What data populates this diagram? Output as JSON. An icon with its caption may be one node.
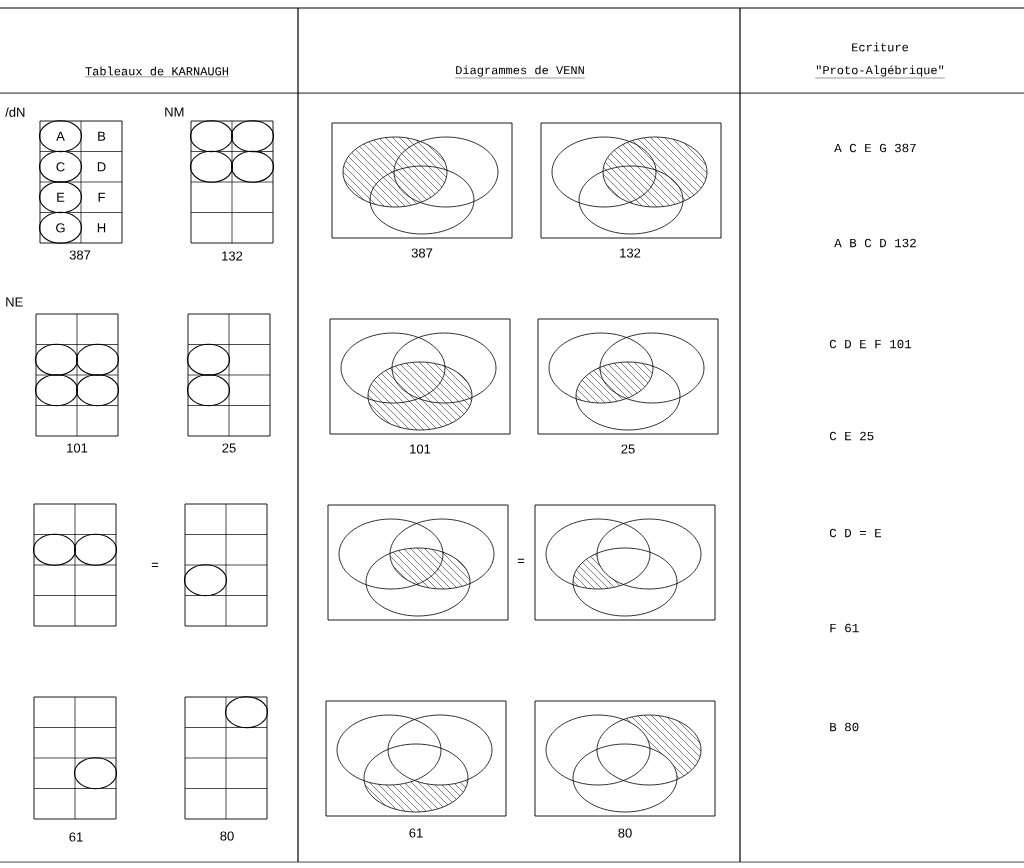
{
  "diagram": {
    "labels": [
      "Tableaux de KARNAUGH",
      "Diagrammes de VENN",
      "Ecriture",
      "\"Proto-Algébrique\"",
      "/dN",
      "NM",
      "A",
      "B",
      "C",
      "D",
      "E",
      "F",
      "G",
      "H",
      "387",
      "132",
      "387",
      "132",
      "A C E G  387",
      "A B C D  132",
      "NE",
      "101",
      "25",
      "101",
      "25",
      "C D E F  101",
      "C E  25",
      "=",
      "=",
      "C D = E",
      "F  61",
      "61",
      "80",
      "61",
      "80",
      "B  80"
    ]
  }
}
